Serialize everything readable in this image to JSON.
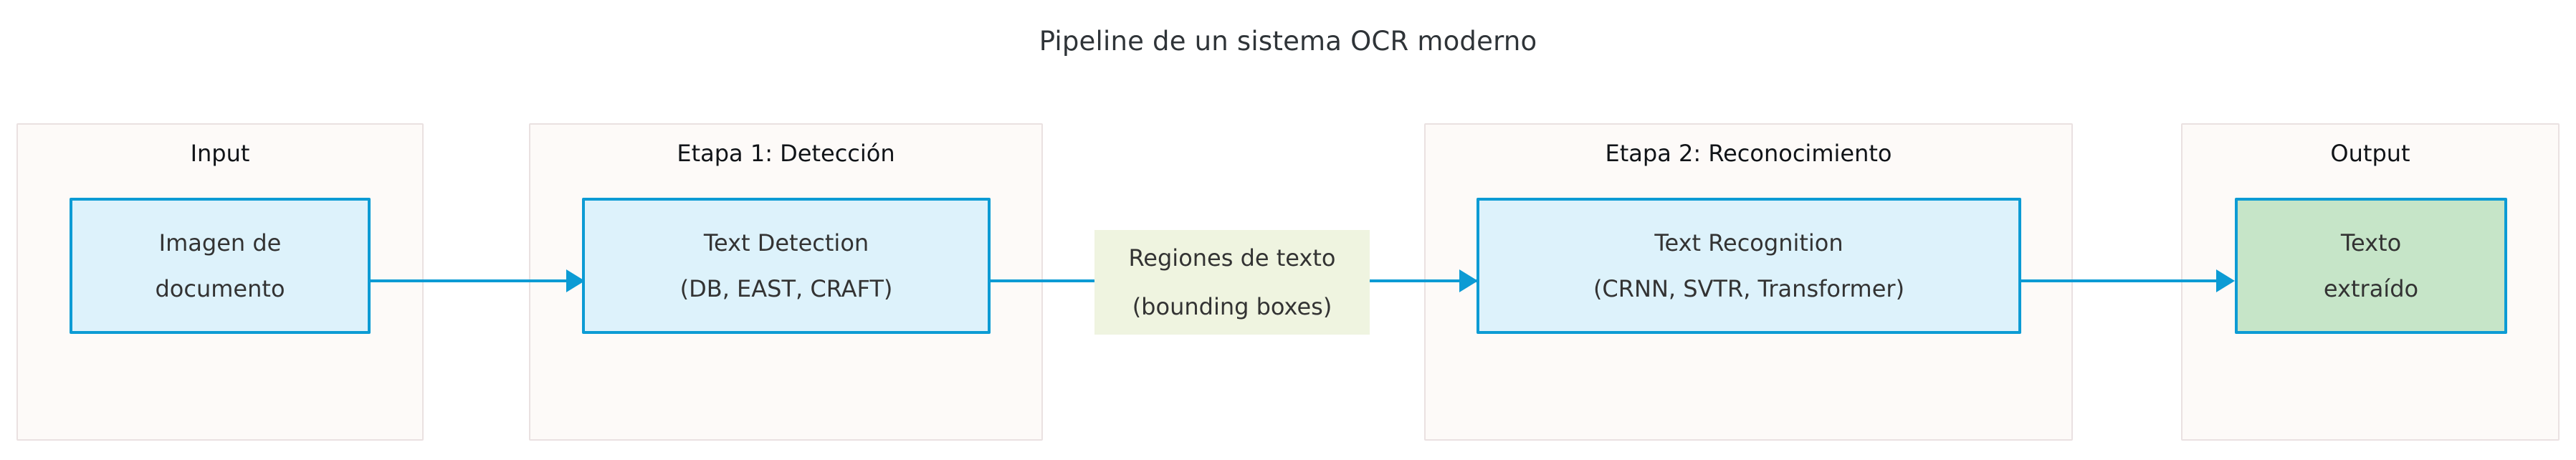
{
  "title": "Pipeline de un sistema OCR moderno",
  "colors": {
    "node_border": "#0c9bd4",
    "node_fill_blue": "#ddf2fb",
    "node_fill_green": "#c6e5c8",
    "cluster_fill": "#fdfaf8",
    "cluster_border": "#eae1e1",
    "edge": "#0c9bd4",
    "edge_label_fill": "#eff4e0",
    "text": "#333333",
    "title_text": "#2f3438"
  },
  "clusters": [
    {
      "id": "input",
      "title": "Input"
    },
    {
      "id": "stage1",
      "title": "Etapa 1: Detección"
    },
    {
      "id": "stage2",
      "title": "Etapa 2: Reconocimiento"
    },
    {
      "id": "output",
      "title": "Output"
    }
  ],
  "nodes": [
    {
      "id": "input",
      "line1": "Imagen de",
      "line2": "documento"
    },
    {
      "id": "detection",
      "line1": "Text Detection",
      "line2": "(DB, EAST, CRAFT)"
    },
    {
      "id": "recognition",
      "line1": "Text Recognition",
      "line2": "(CRNN, SVTR, Transformer)"
    },
    {
      "id": "output",
      "line1": "Texto",
      "line2": "extraído"
    }
  ],
  "edge_labels": {
    "detection_to_recognition": {
      "line1": "Regiones de texto",
      "line2": "(bounding boxes)"
    }
  },
  "edges": [
    {
      "from": "input",
      "to": "detection",
      "label": ""
    },
    {
      "from": "detection",
      "to": "recognition",
      "label": "Regiones de texto (bounding boxes)"
    },
    {
      "from": "recognition",
      "to": "output",
      "label": ""
    }
  ]
}
